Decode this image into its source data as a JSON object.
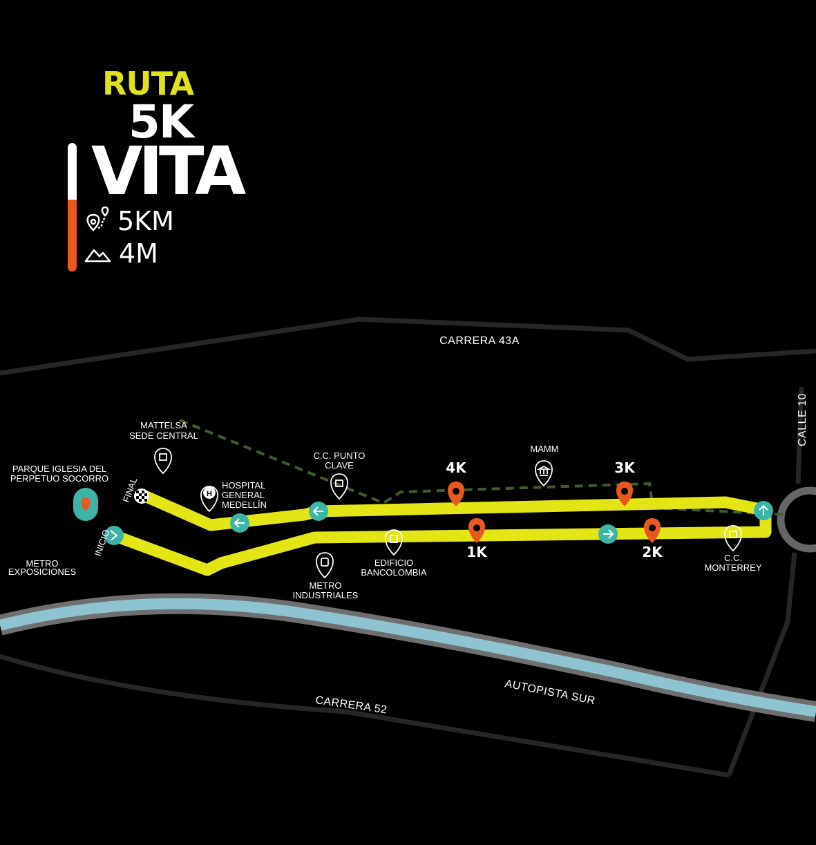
{
  "header": {
    "line1": "RUTA",
    "line2": "5K",
    "line3": "VITA",
    "distance": "5KM",
    "elevation": "4M",
    "distance_icon": "route-pin-icon",
    "elevation_icon": "mountain-icon"
  },
  "roads": {
    "north": "CARRERA 43A",
    "east": "CALLE 10",
    "south_west": "CARRERA 52",
    "highway": "AUTOPISTA SUR"
  },
  "landmarks": {
    "parque_1": "PARQUE IGLESIA DEL",
    "parque_2": "PERPETUO SOCORRO",
    "metro_exp_1": "METRO",
    "metro_exp_2": "EXPOSICIONES",
    "mattelsa_1": "MATTELSA",
    "mattelsa_2": "SEDE CENTRAL",
    "hospital_1": "HOSPITAL",
    "hospital_2": "GENERAL",
    "hospital_3": "MEDELLÍN",
    "punto_1": "C.C. PUNTO",
    "punto_2": "CLAVE",
    "metro_ind_1": "METRO",
    "metro_ind_2": "INDUSTRIALES",
    "edificio_1": "EDIFICIO",
    "edificio_2": "BANCOLOMBIA",
    "mamm": "MAMM",
    "monterrey_1": "C.C.",
    "monterrey_2": "MONTERREY"
  },
  "route": {
    "start": "INICIO",
    "finish": "FINAL",
    "km_markers": [
      "1K",
      "2K",
      "3K",
      "4K"
    ]
  },
  "colors": {
    "route": "#e3e614",
    "accent": "#e8581f",
    "arrow": "#3db5a6",
    "river": "#8ec3d2"
  }
}
